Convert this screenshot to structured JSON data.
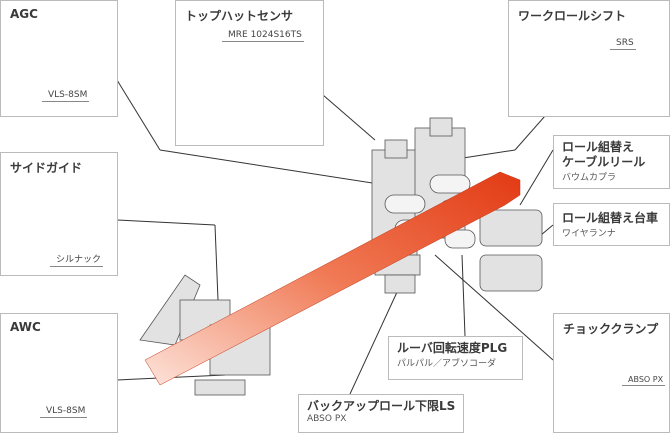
{
  "callouts": {
    "agc": {
      "title": "AGC",
      "sensor": "VLS-8SM"
    },
    "top_hat": {
      "title": "トップハットセンサ",
      "sensor": "MRE 1024S16TS"
    },
    "work_roll_shift": {
      "title": "ワークロールシフト",
      "sensor": "SRS"
    },
    "cable_reel": {
      "title_line1": "ロール組替え",
      "title_line2": "ケーブルリール",
      "sensor": "バウムカプラ"
    },
    "roll_cart": {
      "title": "ロール組替え台車",
      "sensor": "ワイヤランナ"
    },
    "side_guide": {
      "title": "サイドガイド",
      "sensor": "シルナック"
    },
    "awc": {
      "title": "AWC",
      "sensor": "VLS-8SM"
    },
    "looper": {
      "title": "ルーバ回転速度PLG",
      "sensor": "パルパル／アブソコーダ"
    },
    "backup_roll": {
      "title": "バックアップロール下限LS",
      "sensor": "ABSO PX"
    },
    "chock_clamp": {
      "title": "チョッククランプ",
      "sensor": "ABSO PX"
    }
  },
  "colors": {
    "strip": "#e8401c",
    "strip_light": "#fbd3c6",
    "machine": "#d9d9d9",
    "sensor": "#9fd0ea"
  }
}
